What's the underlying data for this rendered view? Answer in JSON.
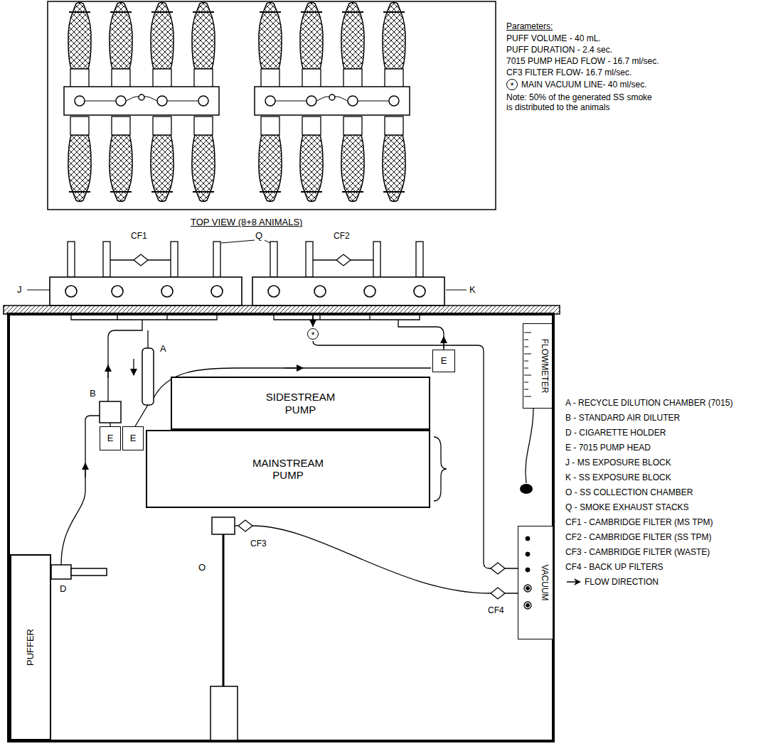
{
  "diagram": {
    "nodes": [
      {
        "text": [
          "FLOWMETER"
        ]
      },
      {
        "text": [
          "SIDESTREAM PUMP"
        ]
      },
      {
        "text": [
          "E"
        ]
      },
      {
        "text": [
          "E"
        ]
      },
      {
        "text": [
          "E"
        ]
      },
      {
        "text": [
          "MAINSTREAM PUMP"
        ]
      },
      {
        "text": [
          "VACUUM"
        ]
      },
      {
        "text": [
          "PUFFER"
        ]
      }
    ],
    "labels": [
      "TOP VIEW (8+8 ANIMALS)",
      "Parameters:",
      "PUFF VOLUME - 40 mL.",
      "PUFF DURATION - 2.4 sec.",
      "7015 PUMP HEAD FLOW - 16.7 ml/sec.",
      "CF3 FILTER FLOW- 16.7 ml/sec.",
      "*",
      "MAIN VACUUM LINE- 40 ml/sec.",
      "Note: 50% of the generated SS smoke is distributed to the animals",
      "CF1",
      "Q",
      "CF2",
      "J",
      "K",
      "*",
      "A",
      "B",
      "A - RECYCLE DILUTION CHAMBER (7015)",
      "B - STANDARD AIR DILUTER",
      "D - CIGARETTE HOLDER",
      "E - 7015 PUMP HEAD",
      "J - MS EXPOSURE BLOCK",
      "K - SS EXPOSURE BLOCK",
      "O - SS COLLECTION CHAMBER",
      "Q - SMOKE EXHAUST STACKS",
      "CF1 - CAMBRIDGE FILTER (MS TPM)",
      "CF2 - CAMBRIDGE FILTER (SS TPM)",
      "CF3 - CAMBRIDGE FILTER (WASTE)",
      "CF4 - BACK UP FILTERS",
      "CF3",
      "D",
      "O",
      "CF4"
    ],
    "legend": [
      {
        "text": "FLOW DIRECTION"
      }
    ]
  }
}
